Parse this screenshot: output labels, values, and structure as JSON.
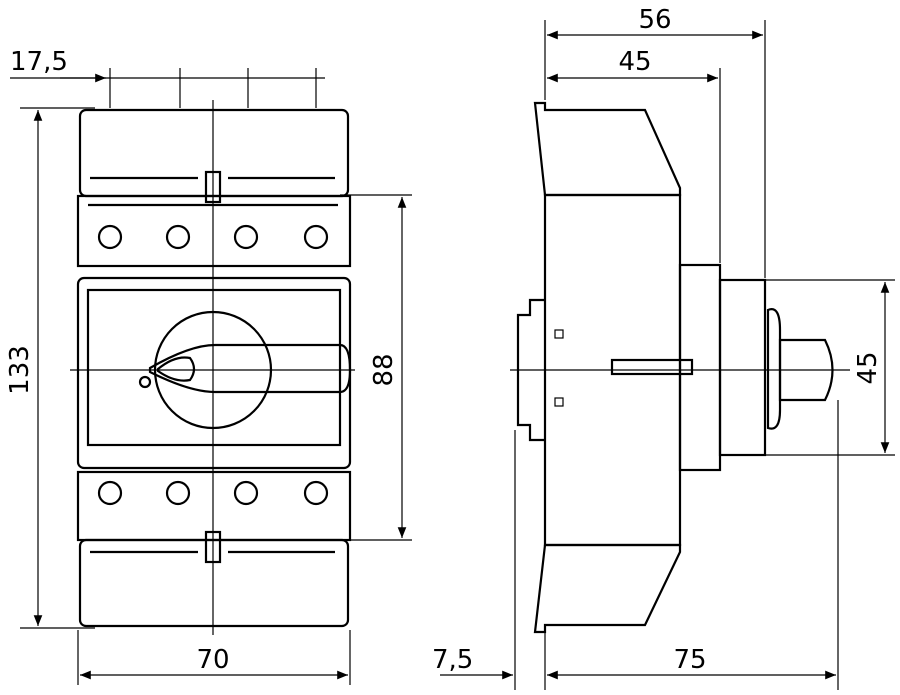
{
  "title": "Switch disconnector dimension drawing",
  "dimensions": {
    "front_pole_pitch": "17,5",
    "front_height": "133",
    "front_width": "70",
    "front_terminal_span": "88",
    "side_total_depth": "56",
    "side_body_depth": "45",
    "side_knob_height": "45",
    "side_rail_offset": "7,5",
    "side_overall_depth": "75"
  },
  "colors": {
    "line": "#000000",
    "background": "#ffffff"
  }
}
